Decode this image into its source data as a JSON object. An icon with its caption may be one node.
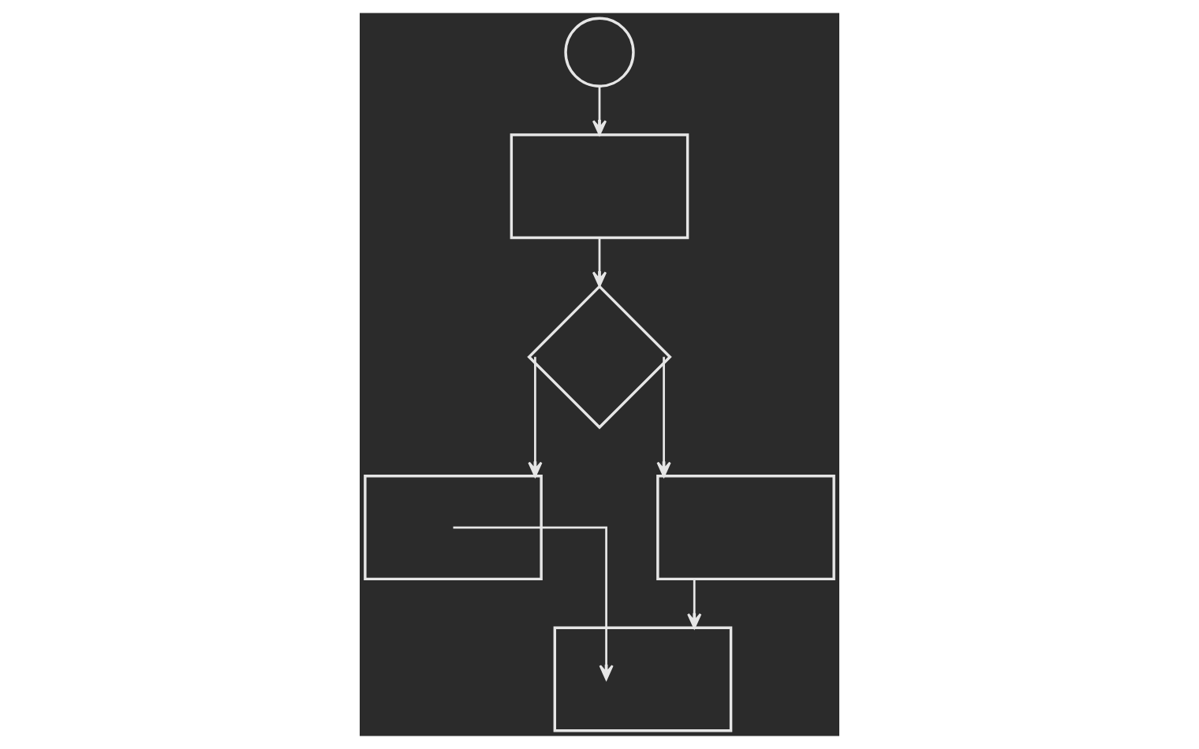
{
  "diagram": {
    "nodes": [
      {
        "text": [],
        "shape": "circle"
      },
      {
        "text": [],
        "shape": "box"
      },
      {
        "text": [],
        "shape": "diamond"
      },
      {
        "text": [],
        "shape": "box"
      },
      {
        "text": [],
        "shape": "box"
      },
      {
        "text": [],
        "shape": "box"
      }
    ],
    "edges": [
      {
        "from": 0,
        "to": 1,
        "arrow": "to"
      },
      {
        "from": 1,
        "to": 2,
        "arrow": "to"
      },
      {
        "from": 2,
        "to": 3,
        "arrow": "to"
      },
      {
        "from": 2,
        "to": 4,
        "arrow": "to"
      },
      {
        "from": 4,
        "to": 5,
        "arrow": "to"
      },
      {
        "from": 3,
        "to": 5,
        "arrow": "to"
      }
    ]
  }
}
